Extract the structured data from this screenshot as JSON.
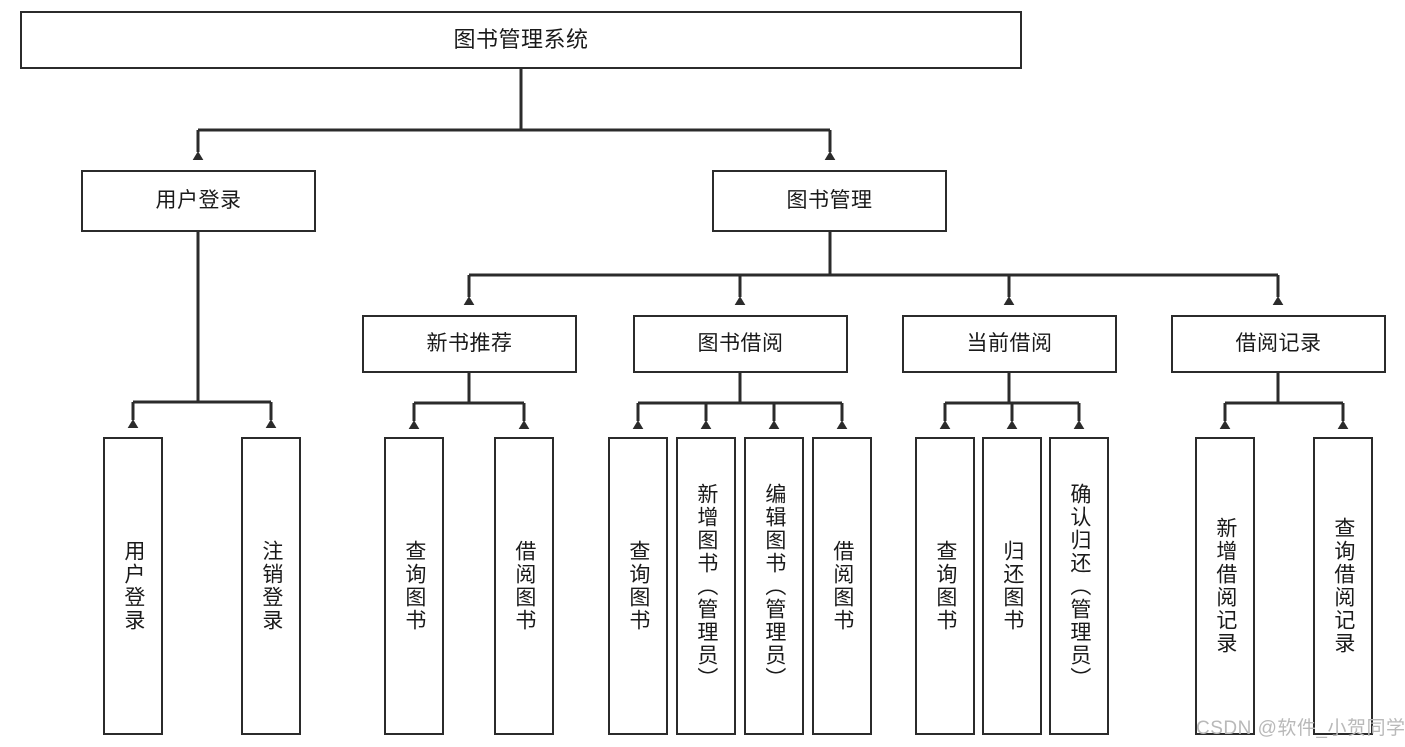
{
  "diagram": {
    "type": "tree-hierarchy-diagram",
    "title": "图书管理系统",
    "watermark": "CSDN @软件_小贺同学",
    "colors": {
      "box_border": "#2b2b2b",
      "box_fill": "#ffffff",
      "connector": "#2b2b2b",
      "text": "#1a1a1a",
      "watermark": "#b9b9b9",
      "background": "#ffffff"
    },
    "levels": [
      {
        "level": 1,
        "nodes": [
          {
            "id": "root",
            "label": "图书管理系统",
            "orientation": "horizontal"
          }
        ]
      },
      {
        "level": 2,
        "nodes": [
          {
            "id": "user-login",
            "label": "用户登录",
            "orientation": "horizontal",
            "parent": "root"
          },
          {
            "id": "book-management",
            "label": "图书管理",
            "orientation": "horizontal",
            "parent": "root"
          }
        ]
      },
      {
        "level": 3,
        "nodes": [
          {
            "id": "new-book-recommend",
            "label": "新书推荐",
            "orientation": "horizontal",
            "parent": "book-management"
          },
          {
            "id": "book-borrow",
            "label": "图书借阅",
            "orientation": "horizontal",
            "parent": "book-management"
          },
          {
            "id": "current-borrow",
            "label": "当前借阅",
            "orientation": "horizontal",
            "parent": "book-management"
          },
          {
            "id": "borrow-record",
            "label": "借阅记录",
            "orientation": "horizontal",
            "parent": "book-management"
          }
        ]
      },
      {
        "level": 4,
        "nodes": [
          {
            "id": "leaf-user-login",
            "label": "用户登录",
            "orientation": "vertical",
            "parent": "user-login"
          },
          {
            "id": "leaf-logout",
            "label": "注销登录",
            "orientation": "vertical",
            "parent": "user-login"
          },
          {
            "id": "leaf-query-book-1",
            "label": "查询图书",
            "orientation": "vertical",
            "parent": "new-book-recommend"
          },
          {
            "id": "leaf-borrow-book-1",
            "label": "借阅图书",
            "orientation": "vertical",
            "parent": "new-book-recommend"
          },
          {
            "id": "leaf-query-book-2",
            "label": "查询图书",
            "orientation": "vertical",
            "parent": "book-borrow"
          },
          {
            "id": "leaf-add-book",
            "label": "新增图书（管理员）",
            "orientation": "vertical",
            "parent": "book-borrow"
          },
          {
            "id": "leaf-edit-book",
            "label": "编辑图书（管理员）",
            "orientation": "vertical",
            "parent": "book-borrow"
          },
          {
            "id": "leaf-borrow-book-2",
            "label": "借阅图书",
            "orientation": "vertical",
            "parent": "book-borrow"
          },
          {
            "id": "leaf-query-book-3",
            "label": "查询图书",
            "orientation": "vertical",
            "parent": "current-borrow"
          },
          {
            "id": "leaf-return-book",
            "label": "归还图书",
            "orientation": "vertical",
            "parent": "current-borrow"
          },
          {
            "id": "leaf-confirm-return",
            "label": "确认归还（管理员）",
            "orientation": "vertical",
            "parent": "current-borrow"
          },
          {
            "id": "leaf-add-record",
            "label": "新增借阅记录",
            "orientation": "vertical",
            "parent": "borrow-record"
          },
          {
            "id": "leaf-query-record",
            "label": "查询借阅记录",
            "orientation": "vertical",
            "parent": "borrow-record"
          }
        ]
      }
    ]
  }
}
